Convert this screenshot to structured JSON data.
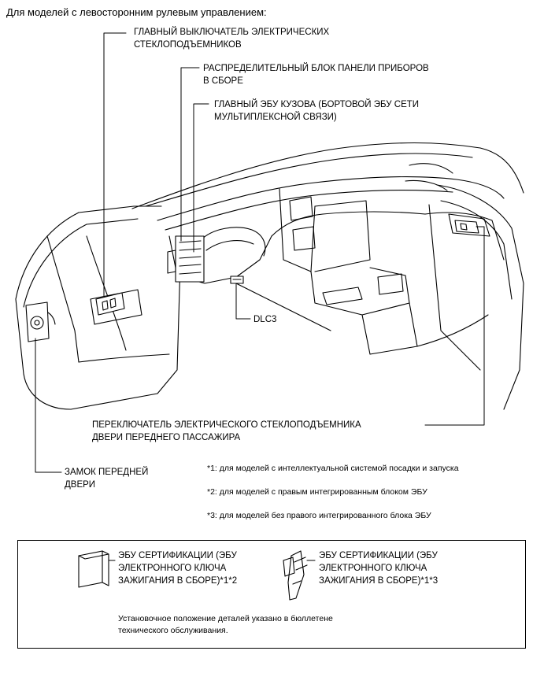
{
  "header": "Для моделей с левосторонним рулевым управлением:",
  "labels": {
    "power_window_master": "ГЛАВНЫЙ ВЫКЛЮЧАТЕЛЬ ЭЛЕКТРИЧЕСКИХ\nСТЕКЛОПОДЪЕМНИКОВ",
    "instrument_junction": "РАСПРЕДЕЛИТЕЛЬНЫЙ БЛОК ПАНЕЛИ ПРИБОРОВ\nВ СБОРЕ",
    "main_body_ecu": "ГЛАВНЫЙ ЭБУ КУЗОВА (БОРТОВОЙ ЭБУ СЕТИ\nМУЛЬТИПЛЕКСНОЙ СВЯЗИ)",
    "dlc3": "DLC3",
    "passenger_window_switch": "ПЕРЕКЛЮЧАТЕЛЬ ЭЛЕКТРИЧЕСКОГО СТЕКЛОПОДЪЕМНИКА\nДВЕРИ ПЕРЕДНЕГО ПАССАЖИРА",
    "front_door_lock": "ЗАМОК ПЕРЕДНЕЙ\nДВЕРИ"
  },
  "notes": [
    "*1: для моделей с интеллектуальной системой посадки и запуска",
    "*2: для моделей с правым интегрированным блоком ЭБУ",
    "*3: для моделей без правого интегрированного блока ЭБУ"
  ],
  "legend": {
    "ecu_cert_1": "ЭБУ СЕРТИФИКАЦИИ (ЭБУ\nЭЛЕКТРОННОГО КЛЮЧА\nЗАЖИГАНИЯ В СБОРЕ)*1*2",
    "ecu_cert_2": "ЭБУ СЕРТИФИКАЦИИ (ЭБУ\nЭЛЕКТРОННОГО КЛЮЧА\nЗАЖИГАНИЯ В СБОРЕ)*1*3",
    "footnote": "Установочное положение деталей указано в бюллетене\nтехнического обслуживания."
  }
}
